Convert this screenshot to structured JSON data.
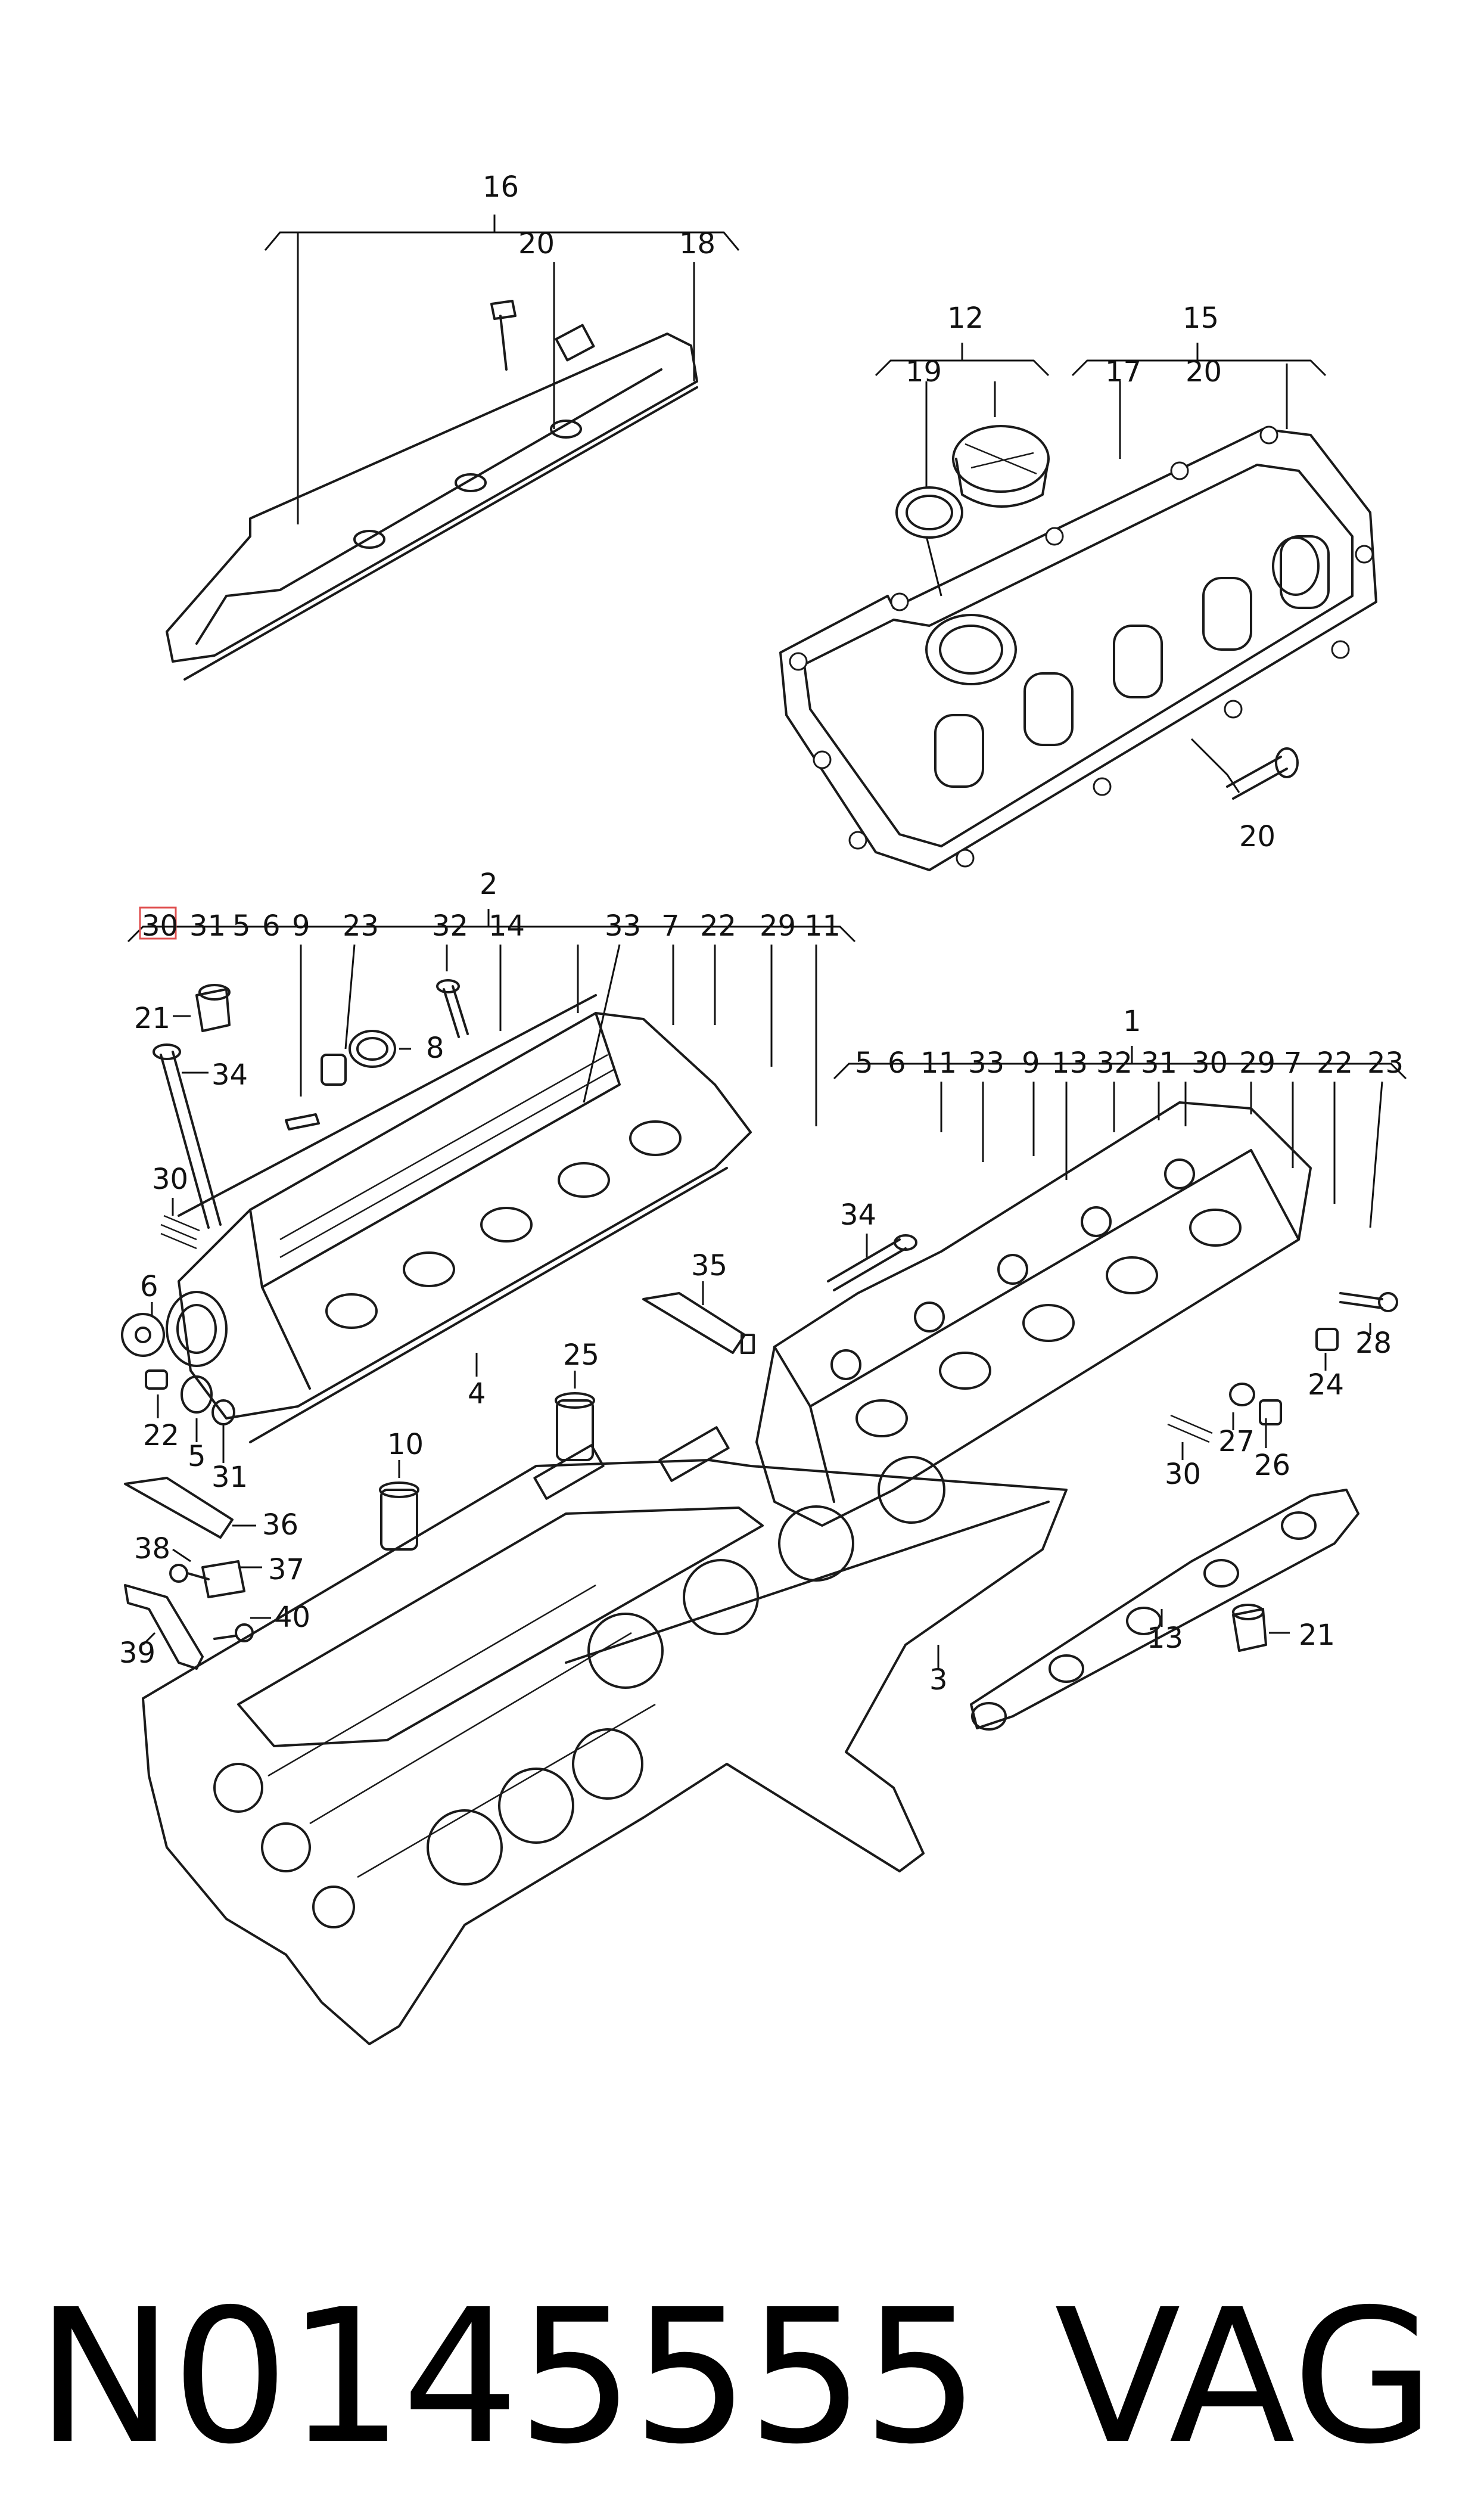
{
  "labels": {
    "g16": "16",
    "g16_20": "20",
    "g16_18": "18",
    "g12": "12",
    "g12_19": "19",
    "g15": "15",
    "g15_17": "17",
    "g15_20": "20",
    "c20": "20",
    "g2": "2",
    "g2_30": "30",
    "g2_31": "31",
    "g2_5": "5",
    "g2_6": "6",
    "g2_9": "9",
    "g2_23": "23",
    "g2_32": "32",
    "g2_14": "14",
    "g2_33": "33",
    "g2_7": "7",
    "g2_22": "22",
    "g2_29": "29",
    "g2_11": "11",
    "l21": "21",
    "l34": "34",
    "l8": "8",
    "l30": "30",
    "l6": "6",
    "l22": "22",
    "l5": "5",
    "l31": "31",
    "l4": "4",
    "l35": "35",
    "l25": "25",
    "l10": "10",
    "l36": "36",
    "l38": "38",
    "l37": "37",
    "l39": "39",
    "l40": "40",
    "l3": "3",
    "g1": "1",
    "g1_5": "5",
    "g1_6": "6",
    "g1_11": "11",
    "g1_33": "33",
    "g1_9": "9",
    "g1_13": "13",
    "g1_32": "32",
    "g1_31": "31",
    "g1_30": "30",
    "g1_29": "29",
    "g1_7": "7",
    "g1_22": "22",
    "g1_23": "23",
    "r34": "34",
    "r28": "28",
    "r24": "24",
    "r27": "27",
    "r26": "26",
    "r30": "30",
    "r13": "13",
    "r21": "21"
  },
  "footer": {
    "part_number": "N0145555",
    "brand": "VAG"
  },
  "colors": {
    "line": "#1a1a1a",
    "highlight": "#e05050",
    "background": "#ffffff"
  }
}
